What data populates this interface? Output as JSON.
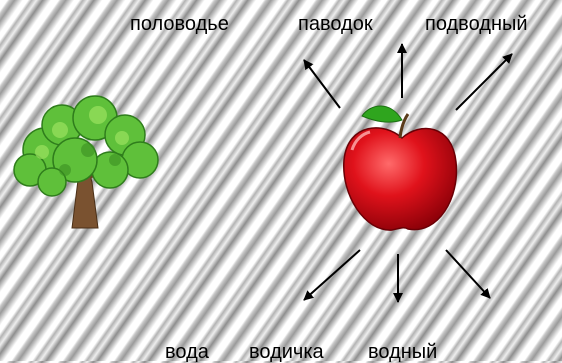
{
  "top_words": [
    "половодье",
    "паводок",
    "подводный"
  ],
  "bottom_words": [
    "вода",
    "водичка",
    "водный"
  ],
  "icons": {
    "center": "apple-icon",
    "left": "tree-icon"
  },
  "colors": {
    "apple": "#e0121b",
    "leaf": "#2fa51e",
    "tree_foliage": "#5fc03a",
    "trunk": "#7a5230"
  }
}
